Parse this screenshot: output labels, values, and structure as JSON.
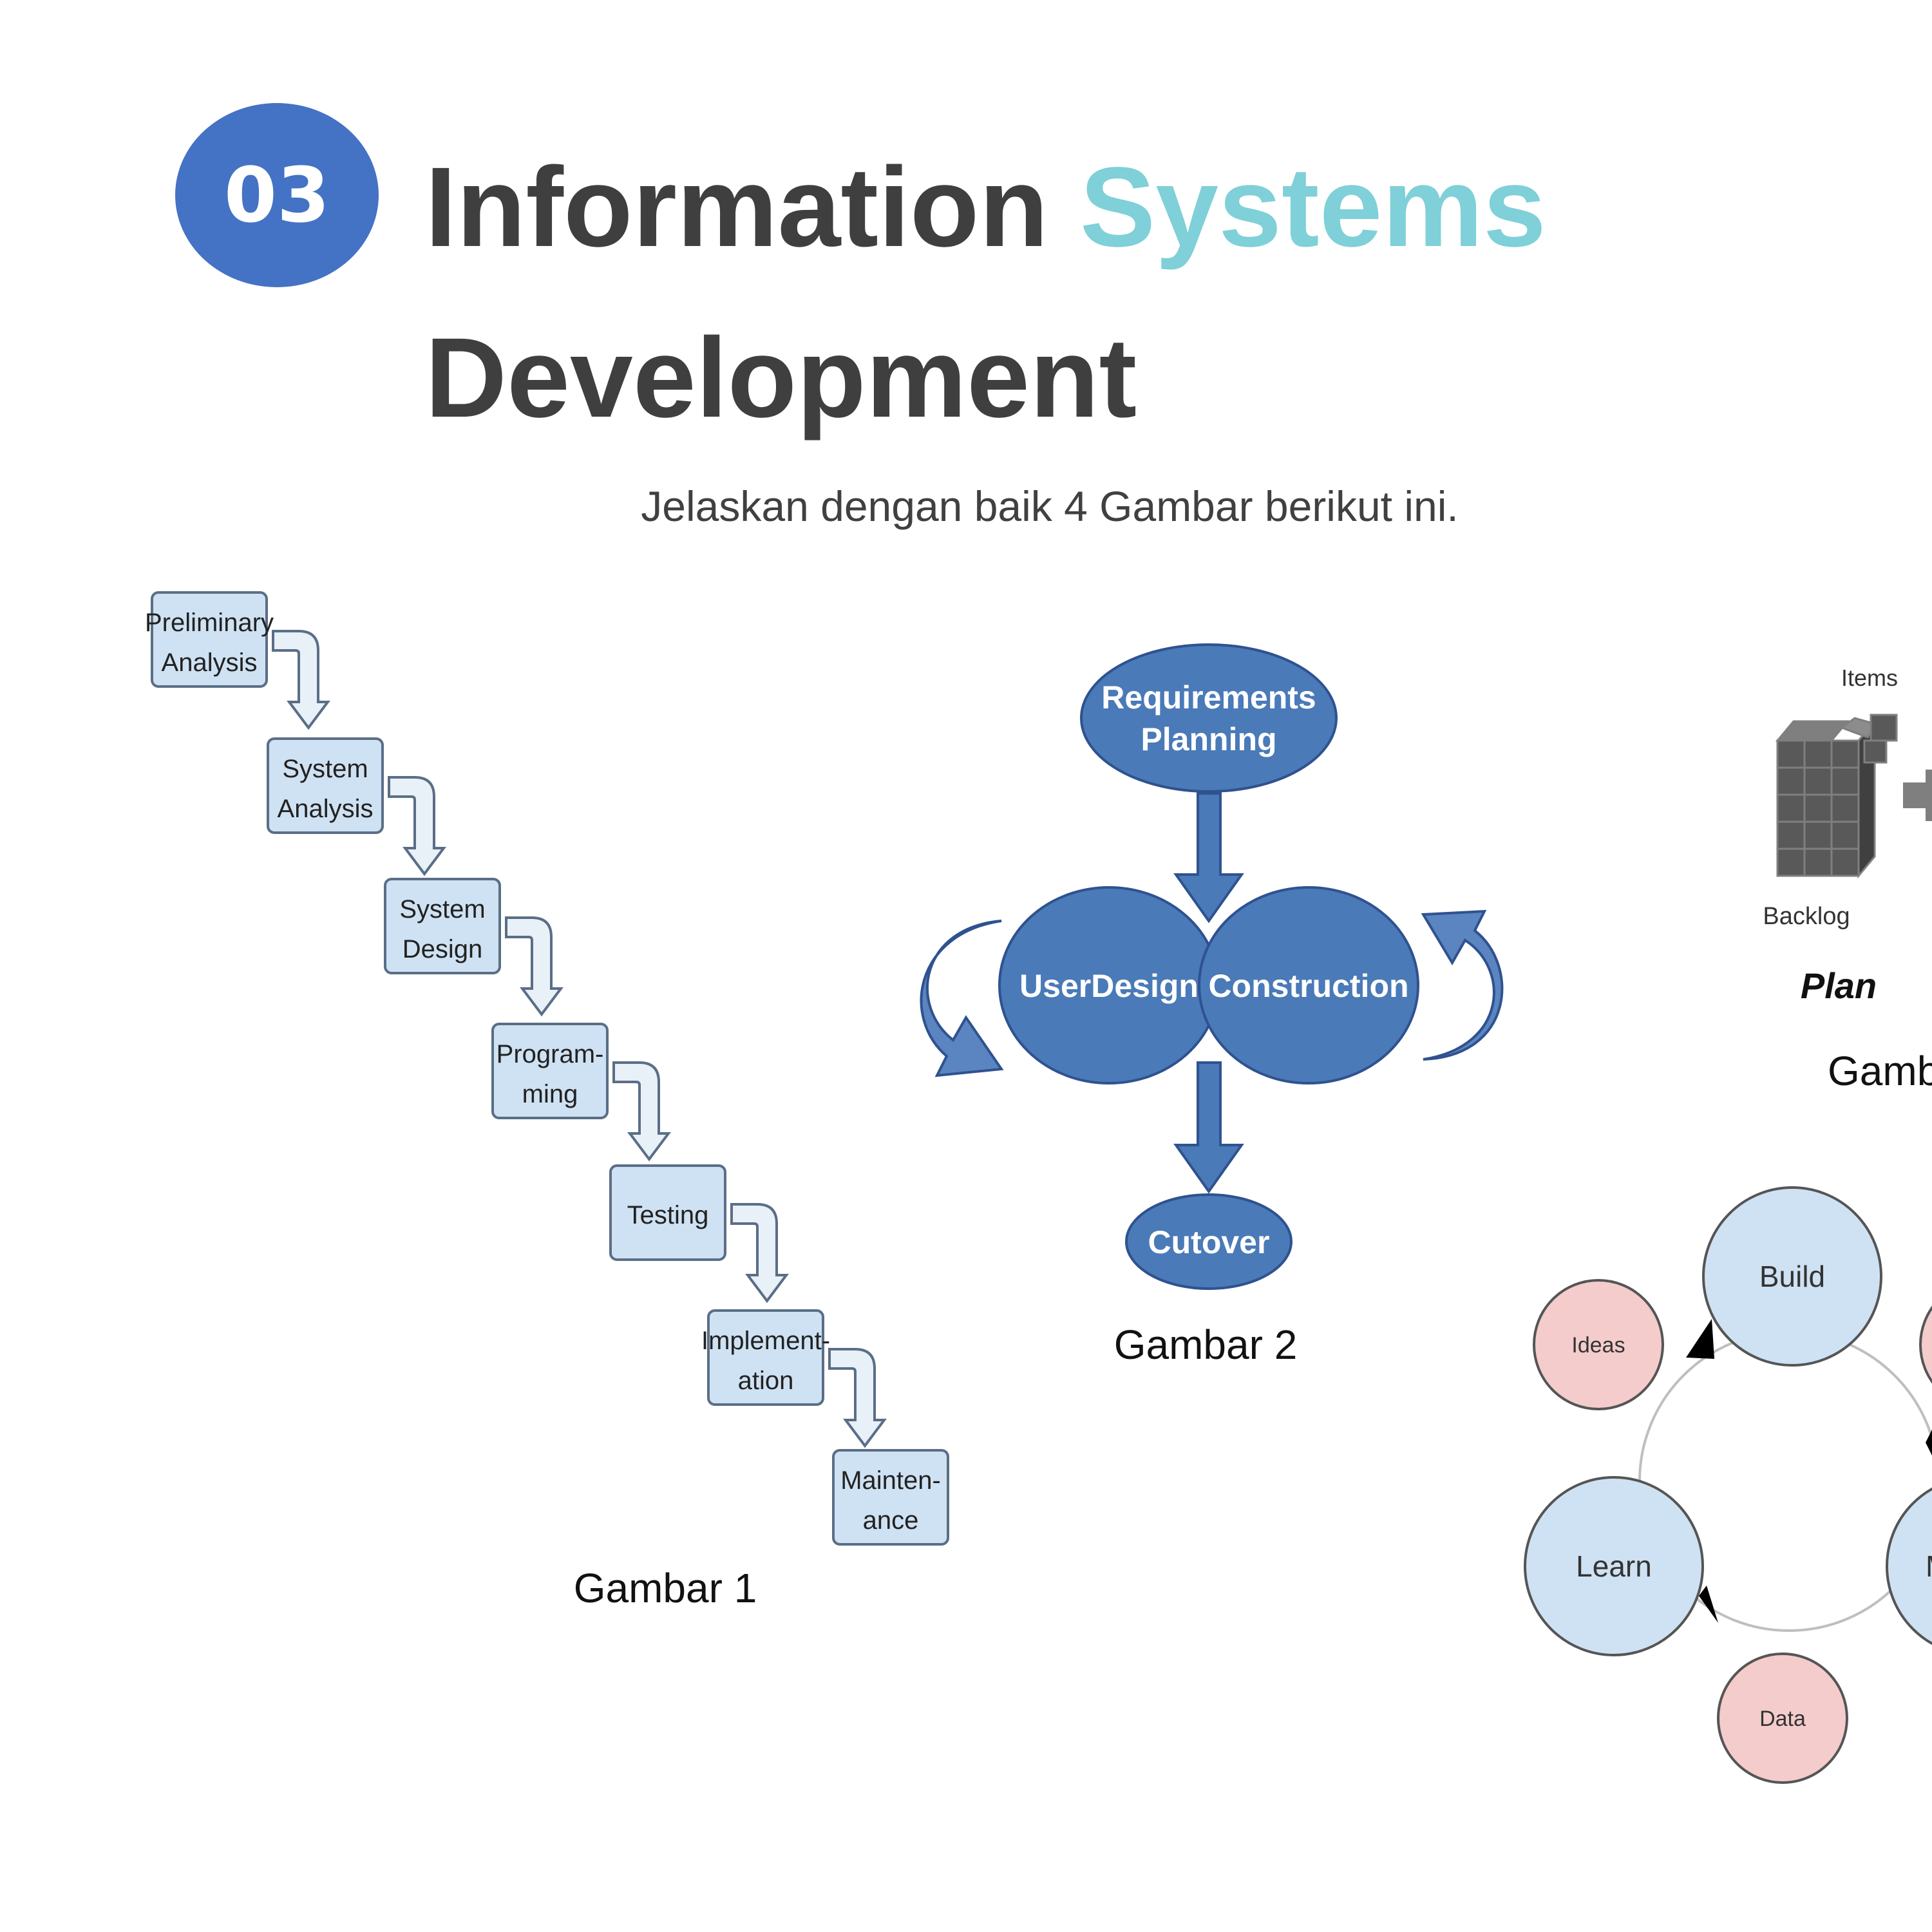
{
  "slide": {
    "number": "03",
    "title_part1": "Information",
    "title_accent": "Systems",
    "title_line2": "Development",
    "instruction": "Jelaskan dengan baik 4 Gambar berikut ini."
  },
  "colors": {
    "badge": "#4472c4",
    "title": "#3f3f3f",
    "accent": "#7fd0d8",
    "rad_blue": "#4a7ab8",
    "step_fill": "#cfe2f3",
    "lean_circle": "#cfe2f3",
    "lean_small": "#f4cccc"
  },
  "gambar1": {
    "caption": "Gambar 1",
    "steps": [
      {
        "line1": "Preliminary",
        "line2": "Analysis"
      },
      {
        "line1": "System",
        "line2": "Analysis"
      },
      {
        "line1": "System",
        "line2": "Design"
      },
      {
        "line1": "Program-",
        "line2": "ming"
      },
      {
        "line1": "Testing",
        "line2": ""
      },
      {
        "line1": "Implement-",
        "line2": "ation"
      },
      {
        "line1": "Mainten-",
        "line2": "ance"
      }
    ]
  },
  "gambar2": {
    "caption": "Gambar 2",
    "top_line1": "Requirements",
    "top_line2": "Planning",
    "left": "UserDesign",
    "right": "Construction",
    "bottom": "Cutover"
  },
  "gambar3": {
    "caption_partial": "Gamb",
    "items": "Items",
    "backlog": "Backlog",
    "plan": "Plan"
  },
  "gambar4": {
    "build": "Build",
    "learn": "Learn",
    "measure_partial": "M",
    "ideas": "Ideas",
    "data": "Data"
  }
}
